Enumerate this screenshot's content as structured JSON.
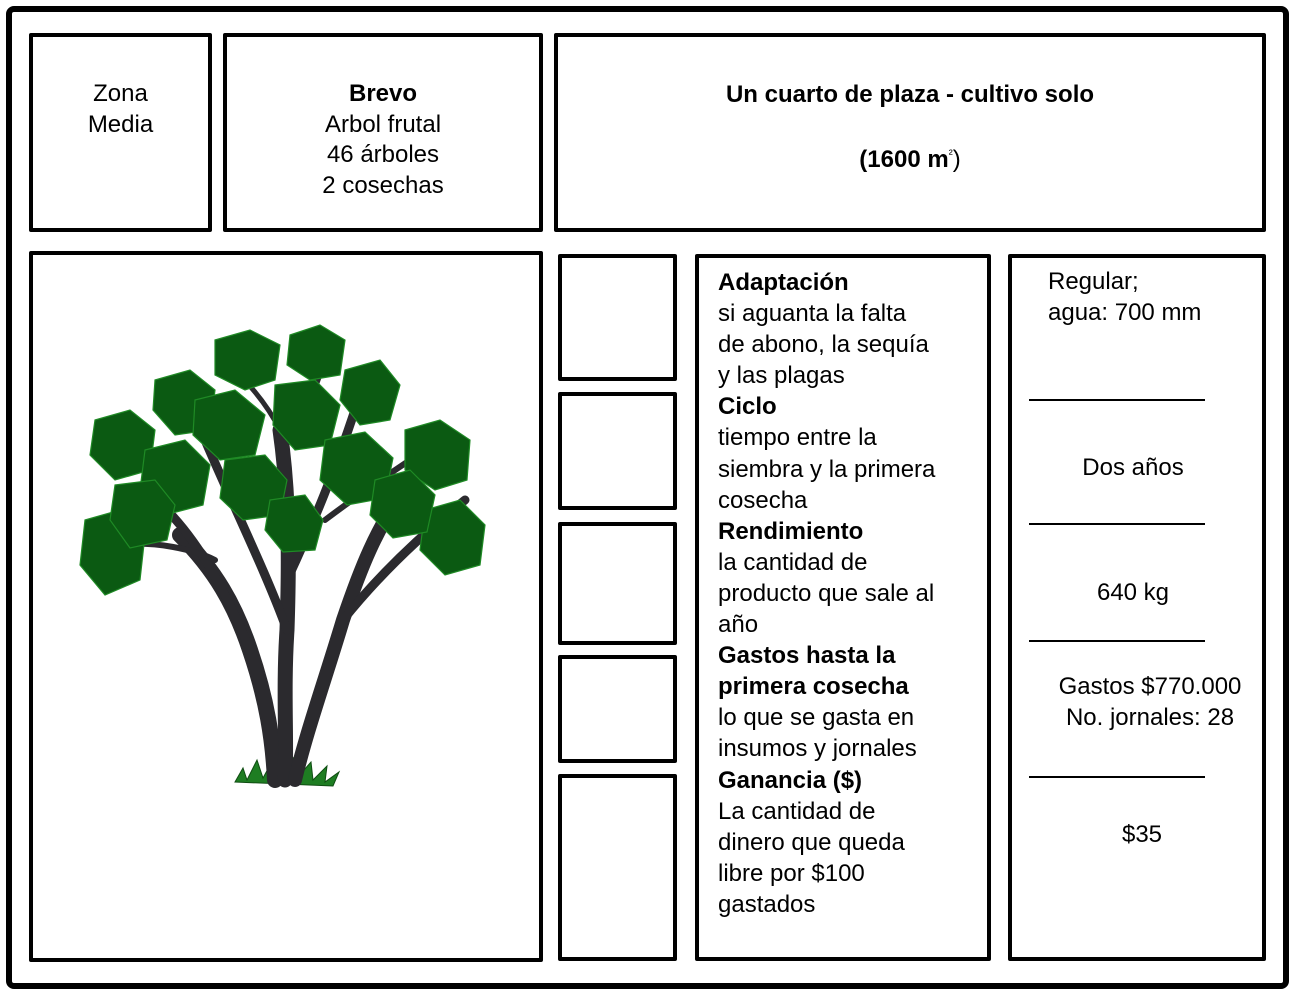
{
  "zone": {
    "line1": "Zona",
    "line2": "Media"
  },
  "crop": {
    "name": "Brevo",
    "type": "Arbol frutal",
    "trees": "46 árboles",
    "harvests": "2 cosechas"
  },
  "plot": {
    "title": "Un cuarto de plaza - cultivo solo",
    "area": "(1600 m",
    "area_sup": "²",
    "area_close": ")"
  },
  "tree_image": {
    "icon": "tree-illustration",
    "colors": {
      "leaves": "#0b5a12",
      "leaf_edge": "#1f8a25",
      "trunk": "#2b2a2e",
      "grass": "#1e7d22"
    }
  },
  "definitions": [
    {
      "term": "Adaptación",
      "lines": [
        "si aguanta la falta",
        "de abono, la sequía",
        "y las plagas"
      ]
    },
    {
      "term": "Ciclo",
      "lines": [
        "tiempo entre la",
        "siembra y la primera",
        "cosecha"
      ]
    },
    {
      "term": "Rendimiento",
      "lines": [
        "la cantidad de",
        "producto que sale al",
        "año"
      ]
    },
    {
      "term_lines": [
        "Gastos hasta la",
        "primera cosecha"
      ],
      "lines": [
        "lo que se gasta en",
        "insumos y jornales"
      ]
    },
    {
      "term": "Ganancia ($)",
      "lines": [
        "La cantidad de",
        "dinero que queda",
        "libre por $100",
        "gastados"
      ]
    }
  ],
  "values": {
    "adaptation": [
      "Regular;",
      "agua: 700 mm"
    ],
    "cycle": "Dos años",
    "yield": "640 kg",
    "costs": [
      "Gastos $770.000",
      "No. jornales: 28"
    ],
    "profit": "$35"
  }
}
